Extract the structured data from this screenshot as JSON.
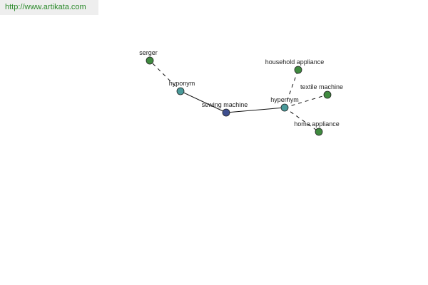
{
  "header": {
    "url_text": "http://www.artikata.com"
  },
  "colors": {
    "center": "#3f4f8f",
    "relation": "#4a9a9a",
    "leaf": "#3f8a3f",
    "url_text": "#2b8a2b"
  },
  "graph": {
    "nodes": [
      {
        "id": "sewing-machine",
        "label": "sewing machine",
        "kind": "center"
      },
      {
        "id": "hyponym",
        "label": "hyponym",
        "kind": "relation"
      },
      {
        "id": "hypernym",
        "label": "hypernym",
        "kind": "relation"
      },
      {
        "id": "serger",
        "label": "serger",
        "kind": "leaf"
      },
      {
        "id": "household-appliance",
        "label": "household appliance",
        "kind": "leaf"
      },
      {
        "id": "textile-machine",
        "label": "textile machine",
        "kind": "leaf"
      },
      {
        "id": "home-appliance",
        "label": "home appliance",
        "kind": "leaf"
      }
    ],
    "edges": [
      {
        "from": "sewing-machine",
        "to": "hyponym",
        "style": "solid"
      },
      {
        "from": "sewing-machine",
        "to": "hypernym",
        "style": "solid"
      },
      {
        "from": "hyponym",
        "to": "serger",
        "style": "dashed"
      },
      {
        "from": "hypernym",
        "to": "household-appliance",
        "style": "dashed"
      },
      {
        "from": "hypernym",
        "to": "textile-machine",
        "style": "dashed"
      },
      {
        "from": "hypernym",
        "to": "home-appliance",
        "style": "dashed"
      }
    ]
  }
}
